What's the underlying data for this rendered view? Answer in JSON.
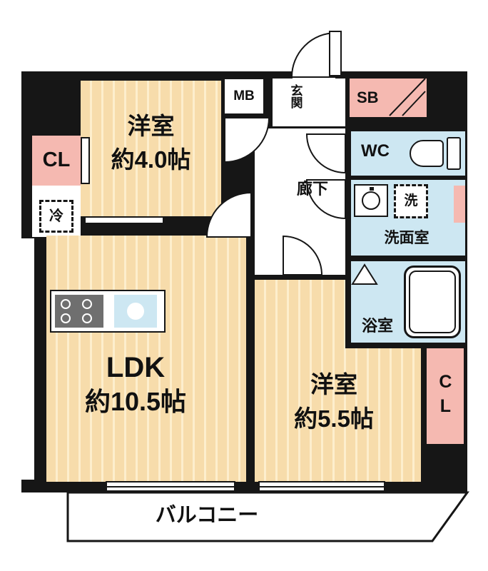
{
  "colors": {
    "wall": "#161616",
    "wood_floor": "#f7dcab",
    "wood_stripe": "#fdeecd",
    "closet_pink": "#f5b9b1",
    "wet_area_blue": "#cde7f2"
  },
  "rooms": {
    "bedroom1": {
      "name": "洋室",
      "size": "約4.0帖"
    },
    "ldk": {
      "name": "LDK",
      "size": "約10.5帖"
    },
    "bedroom2": {
      "name": "洋室",
      "size": "約5.5帖"
    },
    "hallway": {
      "label": "廊下"
    },
    "entrance": {
      "label": "玄関"
    },
    "toilet": {
      "label": "WC"
    },
    "washroom": {
      "label": "洗面室"
    },
    "bathroom": {
      "label": "浴室"
    },
    "closet_left": {
      "label": "CL"
    },
    "closet_right": {
      "label": "CL"
    },
    "shoe_box": {
      "label": "SB"
    },
    "meter_box": {
      "label": "MB"
    },
    "fridge": {
      "label": "冷"
    },
    "washer": {
      "label": "洗"
    },
    "balcony": {
      "label": "バルコニー"
    }
  }
}
